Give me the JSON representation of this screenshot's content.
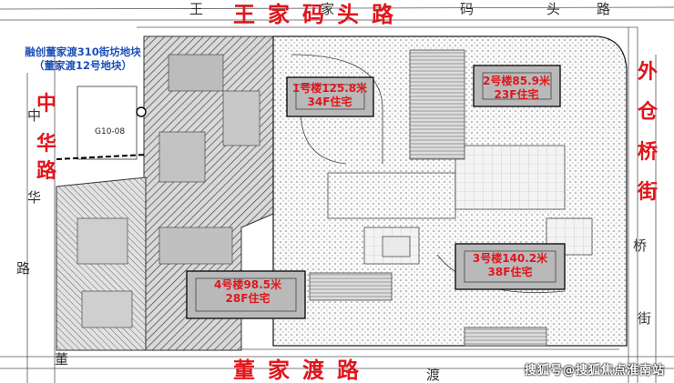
{
  "roads": {
    "north": "王家码头路",
    "north_faint": [
      "王",
      "家",
      "码",
      "头",
      "路"
    ],
    "south": "董家渡路",
    "south_faint": [
      "董",
      "渡"
    ],
    "west": [
      "中",
      "华",
      "路"
    ],
    "west_faint": [
      "中",
      "华",
      "路"
    ],
    "east": [
      "外",
      "仓",
      "桥",
      "街"
    ],
    "east_faint": [
      "桥",
      "街"
    ]
  },
  "plot_title": [
    "融创董家渡310街坊地块",
    "（董家渡12号地块）"
  ],
  "buildings": [
    {
      "id": "b1",
      "name": "1号楼125.8米",
      "floors": "34F住宅"
    },
    {
      "id": "b2",
      "name": "2号楼85.9米",
      "floors": "23F住宅"
    },
    {
      "id": "b3",
      "name": "3号楼140.2米",
      "floors": "38F住宅"
    },
    {
      "id": "b4",
      "name": "4号楼98.5米",
      "floors": "28F住宅"
    }
  ],
  "station_label": "G10-08",
  "watermark": "搜狐号@搜狐焦点淮南站",
  "colors": {
    "road_label": "#e1151b",
    "plot_title": "#1d4fb8",
    "hatch": "#555555"
  }
}
